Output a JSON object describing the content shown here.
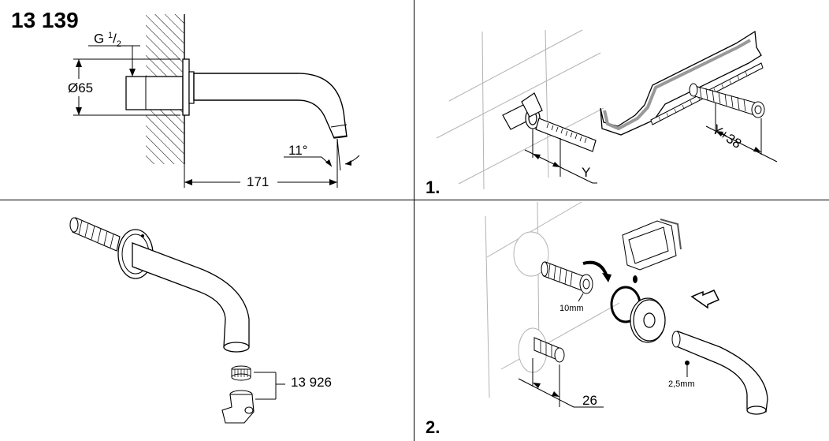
{
  "product": {
    "model_number": "13 139"
  },
  "panel_dimensions": {
    "thread_label": "G",
    "thread_sup": "1",
    "thread_sub": "2",
    "diameter": "Ø65",
    "angle": "11°",
    "length": "171"
  },
  "panel_step1": {
    "step_label": "1.",
    "dim_y": "Y",
    "dim_y38": "Y+38"
  },
  "panel_overview": {
    "part_number": "13 926"
  },
  "panel_step2": {
    "step_label": "2.",
    "dim_26": "26",
    "note_10mm": "10mm",
    "note_25mm": "2,5mm"
  },
  "colors": {
    "line": "#000000",
    "hatch": "#000000",
    "tile_grid": "#b3b3b3",
    "background": "#ffffff"
  }
}
